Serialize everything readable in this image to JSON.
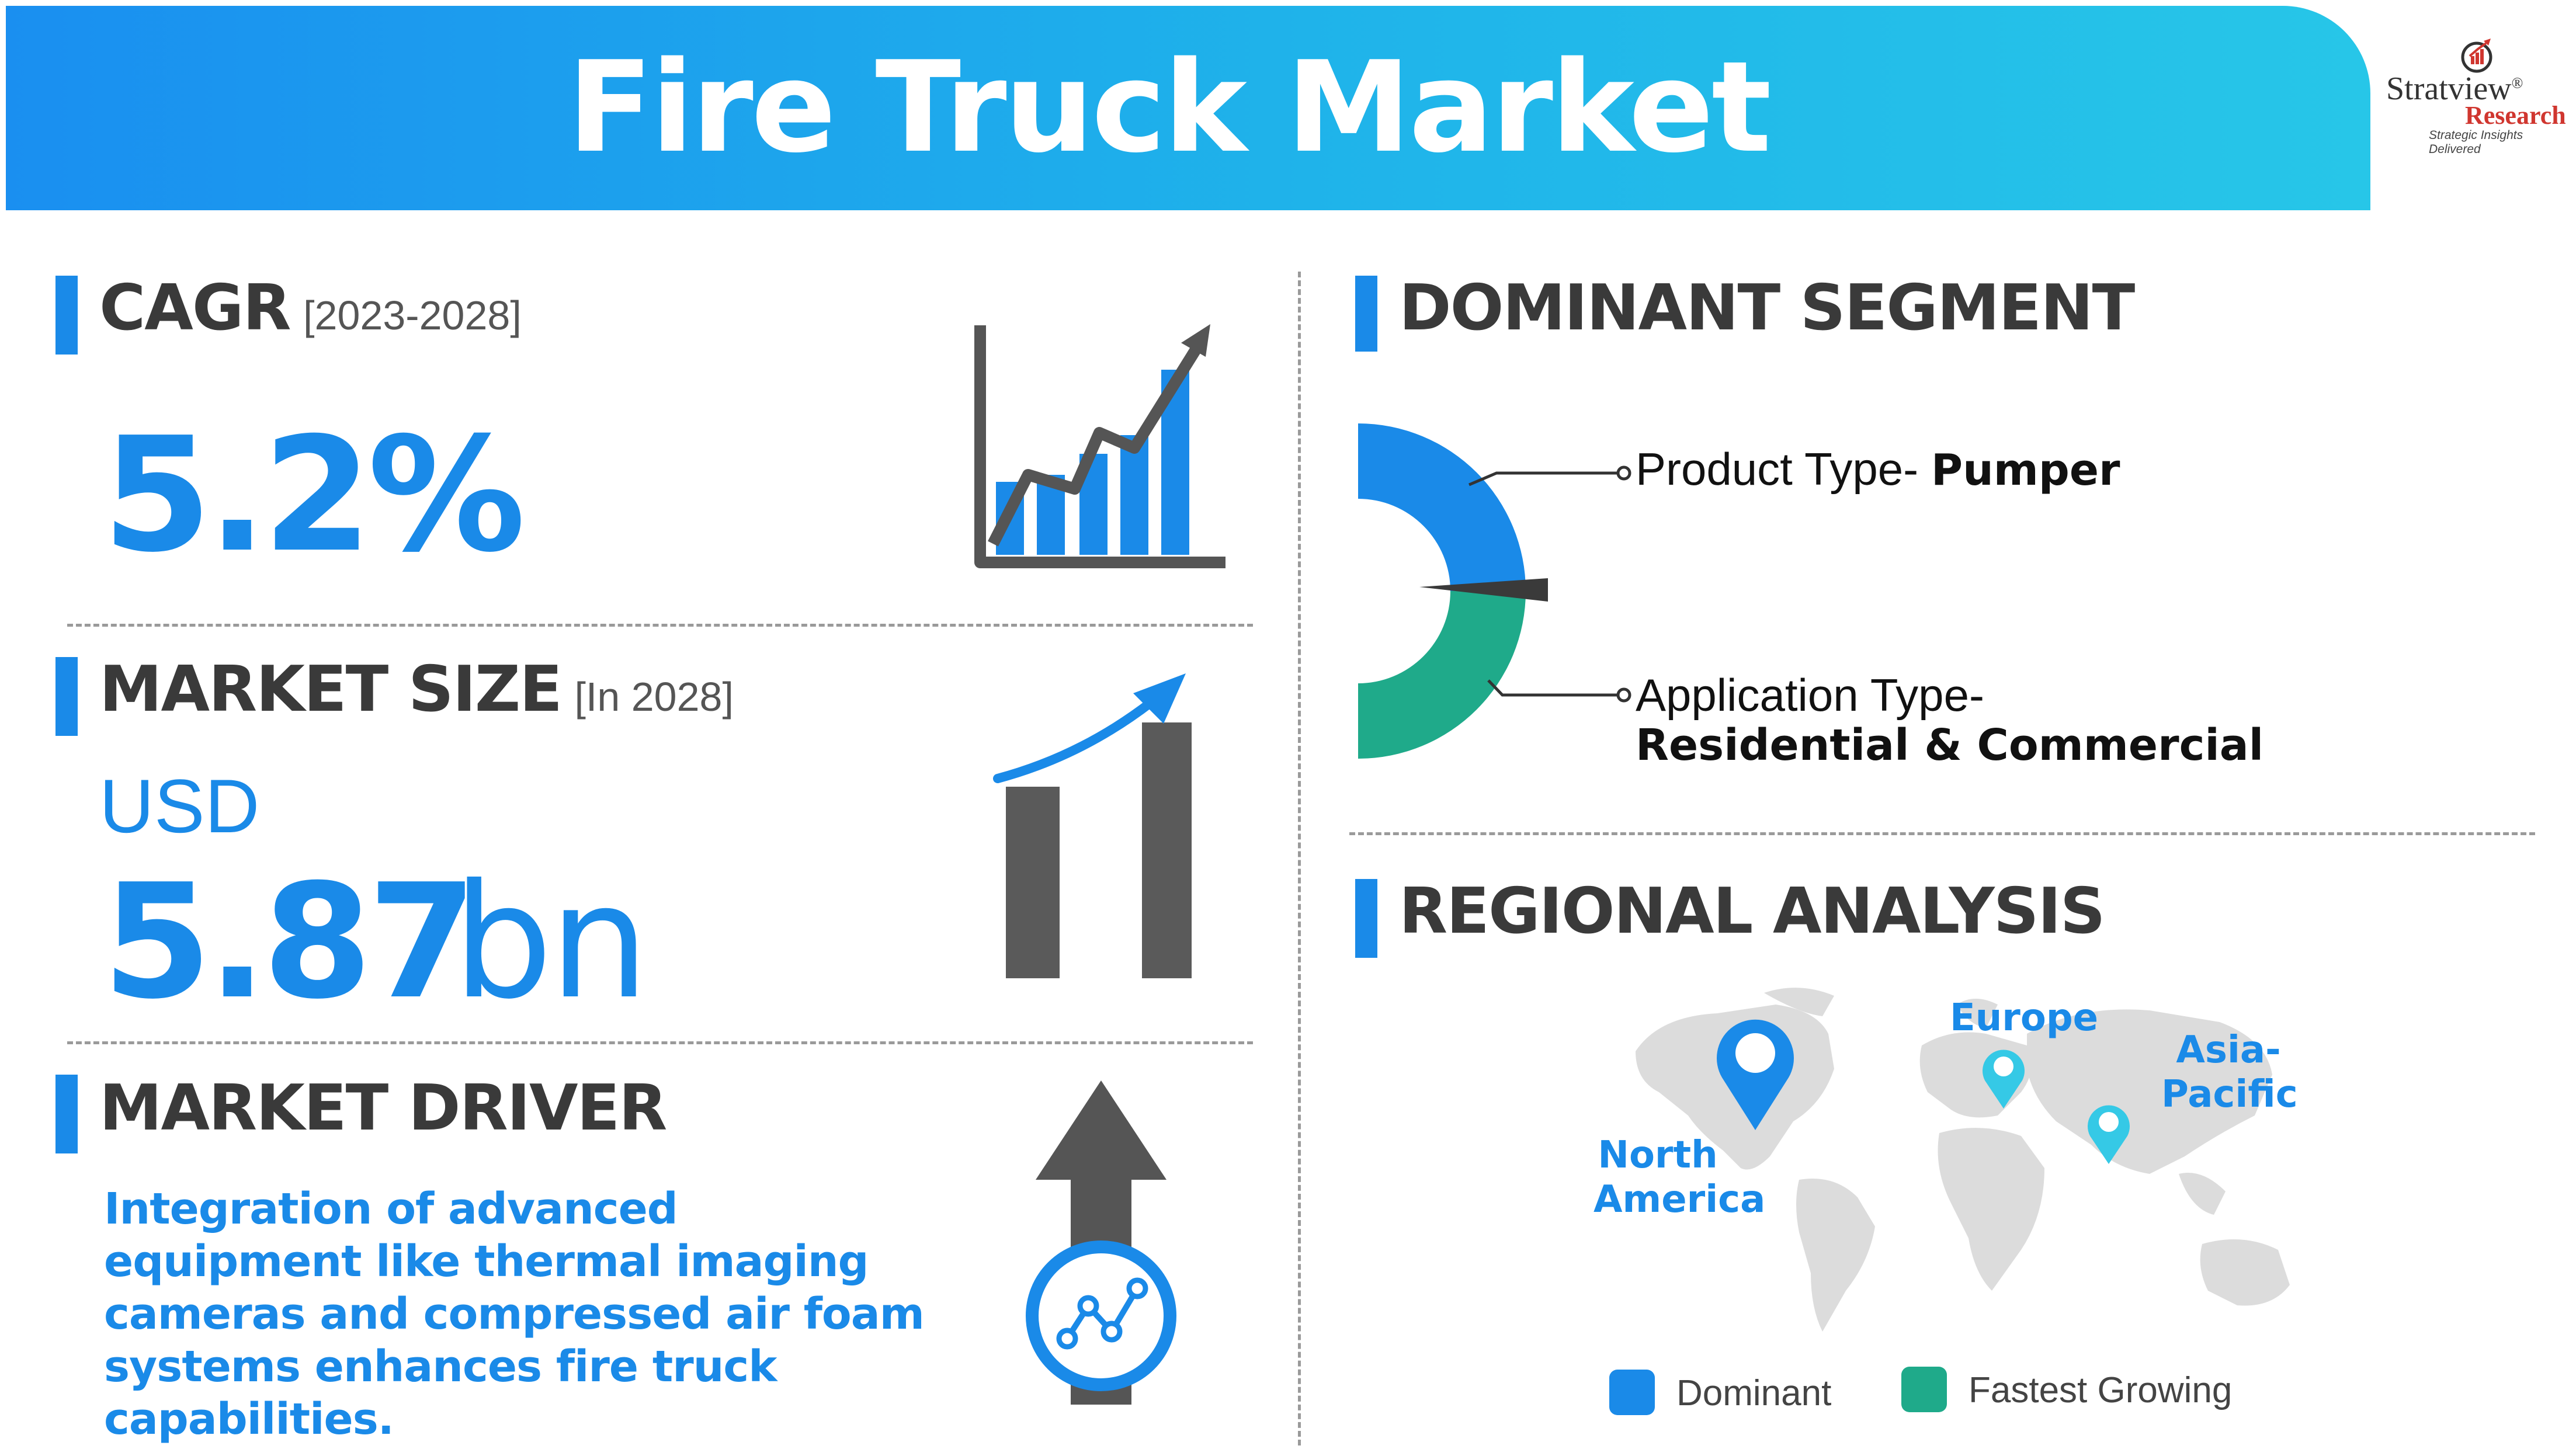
{
  "header": {
    "title": "Fire Truck Market"
  },
  "logo": {
    "name": "Stratview",
    "registered": "®",
    "sub": "Research",
    "tagline": "Strategic Insights Delivered"
  },
  "cagr": {
    "heading": "CAGR",
    "period": "[2023-2028]",
    "value": "5.2%"
  },
  "market_size": {
    "heading": "MARKET SIZE",
    "period": "[In 2028]",
    "currency": "USD",
    "value": "5.87",
    "unit": "bn"
  },
  "market_driver": {
    "heading": "MARKET DRIVER",
    "text": "Integration of advanced equipment like thermal imaging cameras and compressed air foam systems enhances fire truck capabilities."
  },
  "dominant_segment": {
    "heading": "DOMINANT SEGMENT",
    "product_prefix": "Product Type- ",
    "product_value": "Pumper",
    "application_prefix": "Application Type-",
    "application_value": "Residential & Commercial"
  },
  "regional_analysis": {
    "heading": "REGIONAL ANALYSIS",
    "north_america_1": "North",
    "north_america_2": "America",
    "europe": "Europe",
    "asia_1": "Asia-",
    "asia_2": "Pacific",
    "legend_dominant": "Dominant",
    "legend_fastest": "Fastest Growing"
  },
  "colors": {
    "blue": "#1a8ae8",
    "teal": "#1faa8a",
    "cyan": "#35c9e6",
    "dark": "#3a3a3a",
    "gray": "#5a5a5a"
  }
}
